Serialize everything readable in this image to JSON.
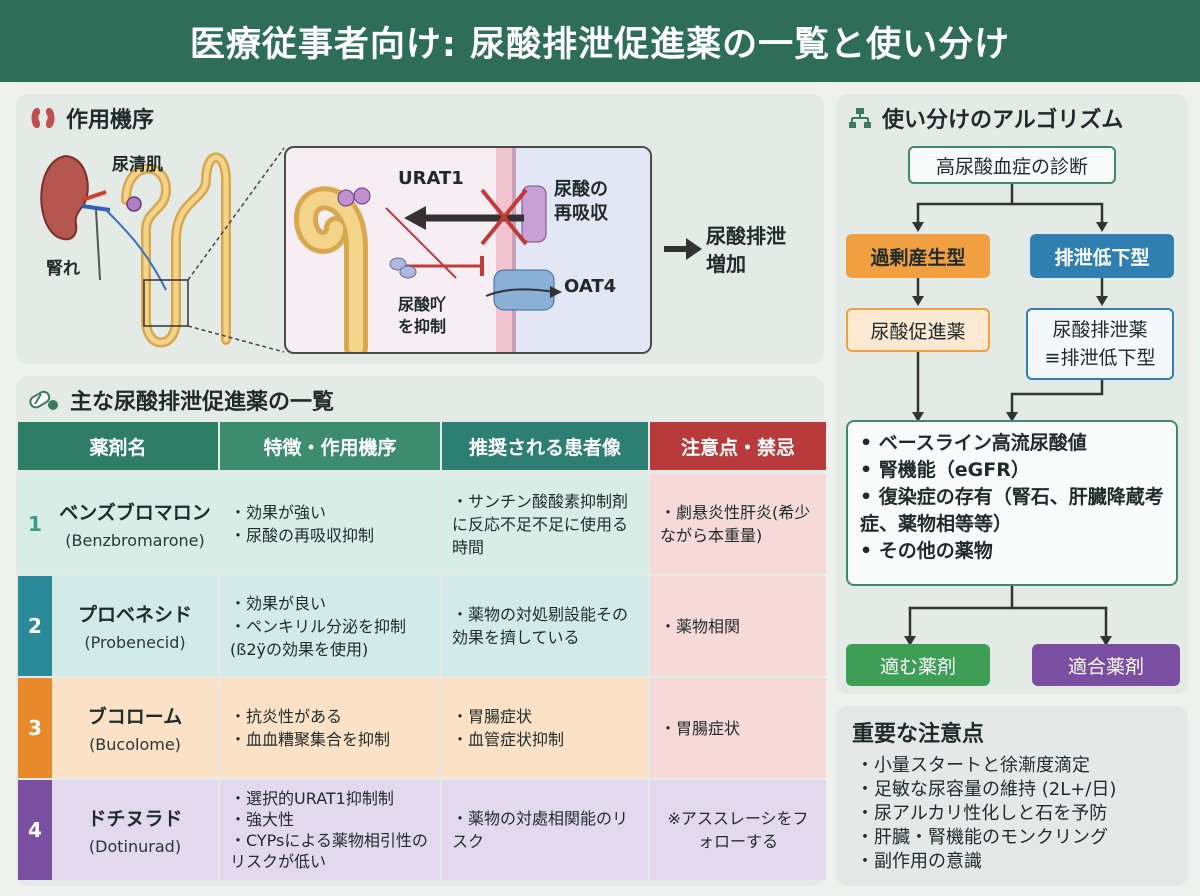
{
  "title": "医療従事者向け: 尿酸排泄促進薬の一覧と使い分け",
  "mechanism": {
    "heading": "作用機序",
    "label_tubule": "尿清肌",
    "label_kidney": "腎れ",
    "label_urat1": "URAT1",
    "label_reabsorb": [
      "尿酸の",
      "再吸収"
    ],
    "label_inhibit": [
      "尿酸吖",
      "を抑制"
    ],
    "label_oat4": "OAT4",
    "label_result": [
      "尿酸排泄",
      "増加"
    ]
  },
  "drug_list": {
    "heading": "主な尿酸排泄促進薬の一覧",
    "columns": [
      "薬剤名",
      "特徴・作用機序",
      "推奨される患者像",
      "注意点・禁忌"
    ],
    "rows": [
      {
        "num": "1",
        "name_jp": "ベンズブロマロン",
        "name_en": "(Benzbromarone)",
        "features": [
          "効果が強い",
          "尿酸の再吸収抑制"
        ],
        "patients": [
          "サンチン酸酸素抑制剤に反応不足不足に使用る時間"
        ],
        "cautions": [
          "劇悬炎性肝炎(希少ながら本重量)"
        ]
      },
      {
        "num": "2",
        "name_jp": "プロベネシド",
        "name_en": "(Probenecid)",
        "features": [
          "効果が良い",
          "ペンキリル分泌を抑制(ß2ÿの効果を使用)"
        ],
        "patients": [
          "薬物の対処剔設能その効果を擠している"
        ],
        "cautions": [
          "薬物相関"
        ]
      },
      {
        "num": "3",
        "name_jp": "ブコローム",
        "name_en": "(Bucolome)",
        "features": [
          "抗炎性がある",
          "血血糟聚集合を抑制"
        ],
        "patients": [
          "胃腸症状",
          "血管症状抑制"
        ],
        "cautions": [
          "胃腸症状"
        ]
      },
      {
        "num": "4",
        "name_jp": "ドチヌラド",
        "name_en": "(Dotinurad)",
        "features": [
          "選択的URAT1抑制制",
          "強大性",
          "CYPsによる薬物相引性のリスクが低い"
        ],
        "patients": [
          "薬物の対處相関能のリスク"
        ],
        "cautions": [
          "※アススレーシをフォローする"
        ]
      }
    ]
  },
  "algorithm": {
    "heading": "使い分けのアルゴリズム",
    "diagnosis": "高尿酸血症の診断",
    "type_over": "過剰産生型",
    "type_under": "排泄低下型",
    "drug_over": "尿酸促進薬",
    "drug_under": [
      "尿酸排泄薬",
      "≡排泄低下型"
    ],
    "criteria": [
      "ベースライン高流尿酸値",
      "腎機能（eGFR）",
      "復染症の存有（腎石、肝臓降蔵考症、薬物相等等）",
      "その他の薬物"
    ],
    "result_left": "適む薬剤",
    "result_right": "適合薬剤"
  },
  "notes": {
    "heading": "重要な注意点",
    "items": [
      "小量スタートと徐漸度滴定",
      "足敏な尿容量の維持 (2L+/日)",
      "尿アルカリ性化しと石を予防",
      "肝臓・腎機能のモンクリング",
      "副作用の意識"
    ]
  },
  "colors": {
    "header": "#2e6e58",
    "col1": "#2e7d66",
    "col2": "#3c8c70",
    "col3": "#2c7f72",
    "col4": "#b83a3a",
    "row1": "#d7ede6",
    "row2": "#d2ebe8",
    "row3": "#fbe2c6",
    "row4": "#e3d9ef",
    "num1": "#3a9a86",
    "num2": "#2a8a9a",
    "num3": "#e88a2a",
    "num4": "#7a4ea0",
    "caution_bg": "#f6dada",
    "orange": "#f0a040",
    "blue": "#2f7fb0",
    "green": "#3e9e55",
    "purple": "#7a4ea0"
  }
}
